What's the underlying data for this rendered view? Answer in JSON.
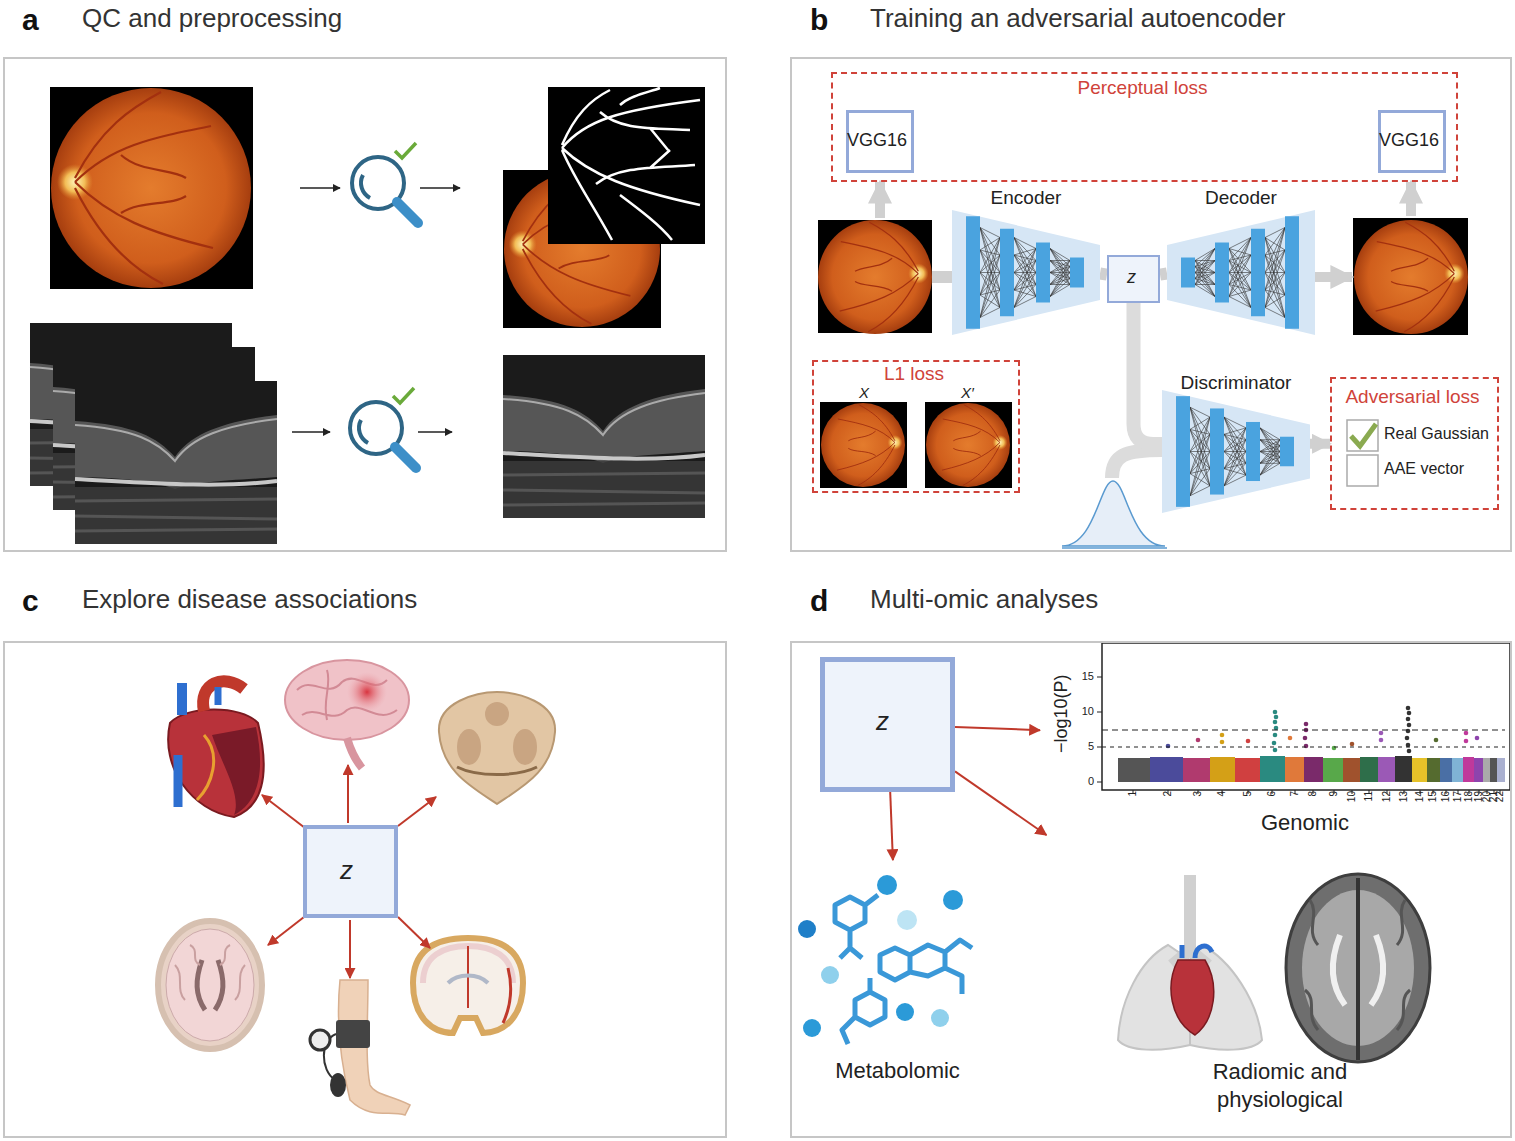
{
  "diagram": {
    "nodes": [
      {
        "text": [
          "a",
          "QC and preprocessing"
        ]
      },
      {
        "text": [
          "b",
          "Training an adversarial autoencoder"
        ]
      },
      {
        "text": [
          "Perceptual loss"
        ],
        "in": 1
      },
      {
        "text": [
          "VGG16"
        ],
        "in": 2
      },
      {
        "text": [
          "VGG16"
        ],
        "in": 2
      },
      {
        "text": [
          "Encoder"
        ],
        "in": 1
      },
      {
        "text": [
          "z"
        ],
        "in": 1
      },
      {
        "text": [
          "Decoder"
        ],
        "in": 1
      },
      {
        "text": [
          "L1 loss",
          "X",
          "X′"
        ],
        "in": 1
      },
      {
        "text": [
          "Discriminator"
        ],
        "in": 1
      },
      {
        "text": [
          "Adversarial loss",
          "Real Gaussian",
          "AAE vector"
        ],
        "in": 1
      },
      {
        "text": [
          "c",
          "Explore disease associations"
        ]
      },
      {
        "text": [
          "z"
        ],
        "in": 11
      },
      {
        "text": [
          "d",
          "Multi-omic analyses"
        ]
      },
      {
        "text": [
          "z"
        ],
        "in": 13
      },
      {
        "text": [
          "−log10(P)",
          "Genomic"
        ],
        "in": 13
      },
      {
        "text": [
          "Metabolomic"
        ],
        "in": 13
      },
      {
        "text": [
          "Radiomic and physiological"
        ],
        "in": 13
      }
    ],
    "edges": [
      {
        "from": 5,
        "to": 6,
        "arrow": "none"
      },
      {
        "from": 6,
        "to": 7,
        "arrow": "none"
      },
      {
        "from": 6,
        "to": 9,
        "arrow": "none"
      },
      {
        "from": 9,
        "to": 10,
        "arrow": "to"
      },
      {
        "from": 14,
        "to": 15,
        "arrow": "to"
      },
      {
        "from": 14,
        "to": 16,
        "arrow": "to"
      },
      {
        "from": 14,
        "to": 17,
        "arrow": "to"
      }
    ],
    "labels": [
      "15",
      "10",
      "5",
      "0",
      "1",
      "2",
      "3",
      "4",
      "5",
      "6",
      "7",
      "8",
      "9",
      "10",
      "11",
      "12",
      "13",
      "14",
      "15",
      "16",
      "17",
      "18",
      "19",
      "20",
      "21",
      "22"
    ]
  }
}
